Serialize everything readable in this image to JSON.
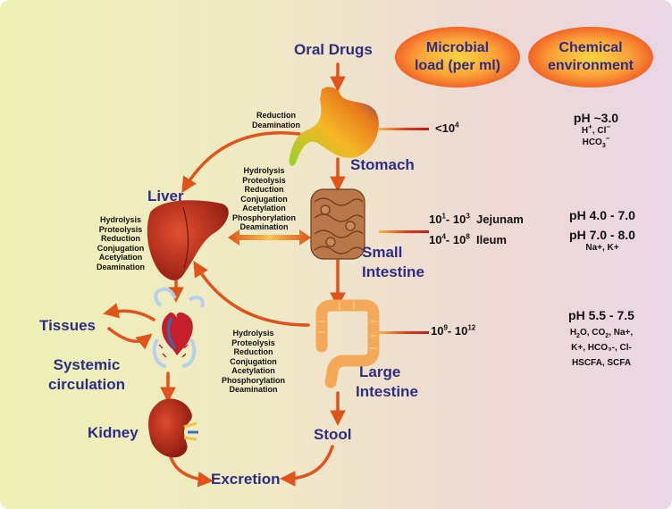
{
  "headers": {
    "microbial": [
      "Microbial",
      "load (per ml)"
    ],
    "chemical": [
      "Chemical",
      "environment"
    ]
  },
  "nodes": {
    "oral_drugs": "Oral Drugs",
    "stomach": "Stomach",
    "liver": "Liver",
    "small_intestine": [
      "Small",
      "Intestine"
    ],
    "large_intestine": [
      "Large",
      "Intestine"
    ],
    "tissues": "Tissues",
    "systemic": [
      "Systemic",
      "circulation"
    ],
    "kidney": "Kidney",
    "stool": "Stool",
    "excretion": "Excretion"
  },
  "reactions": {
    "stomach": [
      "Reduction",
      "Deamination"
    ],
    "small_intestine": [
      "Hydrolysis",
      "Proteolysis",
      "Reduction",
      "Conjugation",
      "Acetylation",
      "Phosphorylation",
      "Deamination"
    ],
    "liver": [
      "Hydrolysis",
      "Proteolysis",
      "Reduction",
      "Conjugation",
      "Acetylation",
      "Deamination"
    ],
    "large_intestine": [
      "Hydrolysis",
      "Proteolysis",
      "Reduction",
      "Conjugation",
      "Acetylation",
      "Phosphorylation",
      "Deamination"
    ]
  },
  "microbial_load": {
    "stomach": {
      "base": "<10",
      "exp": "4"
    },
    "jejunum": {
      "a": "10",
      "a_exp": "1",
      "sep": "- ",
      "b": "10",
      "b_exp": "3",
      "name": "Jejunam"
    },
    "ileum": {
      "a": "10",
      "a_exp": "4",
      "sep": "- ",
      "b": "10",
      "b_exp": "8",
      "name": "Ileum"
    },
    "large": {
      "a": "10",
      "a_exp": "9",
      "sep": "- ",
      "b": "10",
      "b_exp": "12"
    }
  },
  "chemical": {
    "stomach": {
      "ph": "pH ~3.0",
      "ions1_a": "H",
      "ions1_a_sup": "+",
      "ions1_b": "Cl",
      "ions1_b_sup": "−",
      "ions2": "HCO",
      "ions2_sub": "3",
      "ions2_sup": "−"
    },
    "small": {
      "ph1": "pH 4.0 - 7.0",
      "ph2": "pH 7.0 - 8.0",
      "ions": "Na+, K+"
    },
    "large": {
      "ph": "pH 5.5 - 7.5",
      "l1_a": "H",
      "l1_a_sub": "2",
      "l1_b": "O, CO",
      "l1_b_sub": "2",
      "l1_c": ", Na+,",
      "l2": "K+, HCO₃-, Cl-",
      "l3": "HSCFA, SCFA"
    }
  },
  "colors": {
    "label": "#2e2d86",
    "arrow": "#e0531a",
    "oval_center": "#ffc43a",
    "oval_edge": "#f05a23"
  }
}
